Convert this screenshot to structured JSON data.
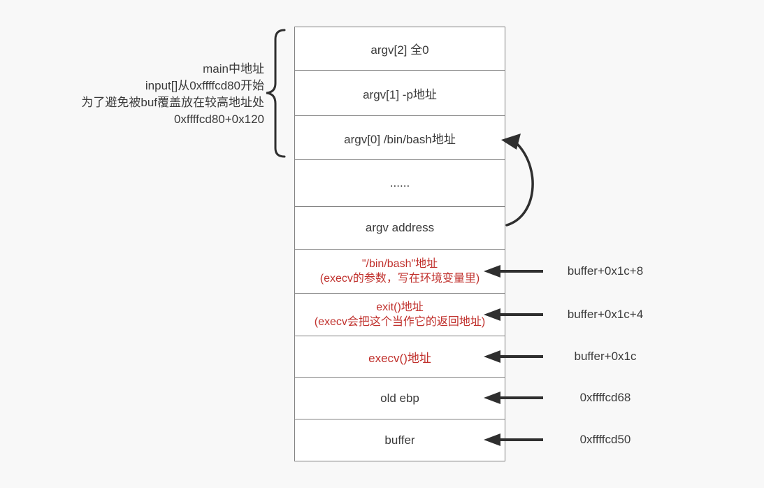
{
  "colors": {
    "background": "#f8f8f8",
    "box_fill": "#ffffff",
    "border_gray": "#7f7f7f",
    "text_dark": "#3b3b3b",
    "text_red": "#c0302c",
    "arrow_dark": "#2f2f2f"
  },
  "annotation": {
    "lines": [
      "main中地址",
      "input[]从0xffffcd80开始",
      "为了避免被buf覆盖放在较高地址处",
      "0xffffcd80+0x120"
    ]
  },
  "stack": {
    "cells": [
      {
        "lines": [
          "argv[2] 全0"
        ],
        "color": "dark"
      },
      {
        "lines": [
          "argv[1] -p地址"
        ],
        "color": "dark"
      },
      {
        "lines": [
          "argv[0] /bin/bash地址"
        ],
        "color": "dark"
      },
      {
        "lines": [
          "......"
        ],
        "color": "dark"
      },
      {
        "lines": [
          "argv address"
        ],
        "color": "dark"
      },
      {
        "lines": [
          "\"/bin/bash\"地址",
          "(execv的参数，写在环境变量里)"
        ],
        "color": "red"
      },
      {
        "lines": [
          "exit()地址",
          "(execv会把这个当作它的返回地址)"
        ],
        "color": "red"
      },
      {
        "lines": [
          "execv()地址"
        ],
        "color": "red"
      },
      {
        "lines": [
          "old ebp"
        ],
        "color": "dark"
      },
      {
        "lines": [
          "buffer"
        ],
        "color": "dark"
      }
    ]
  },
  "pointers": [
    {
      "label": "buffer+0x1c+8"
    },
    {
      "label": "buffer+0x1c+4"
    },
    {
      "label": "buffer+0x1c"
    },
    {
      "label": "0xffffcd68"
    },
    {
      "label": "0xffffcd50"
    }
  ]
}
